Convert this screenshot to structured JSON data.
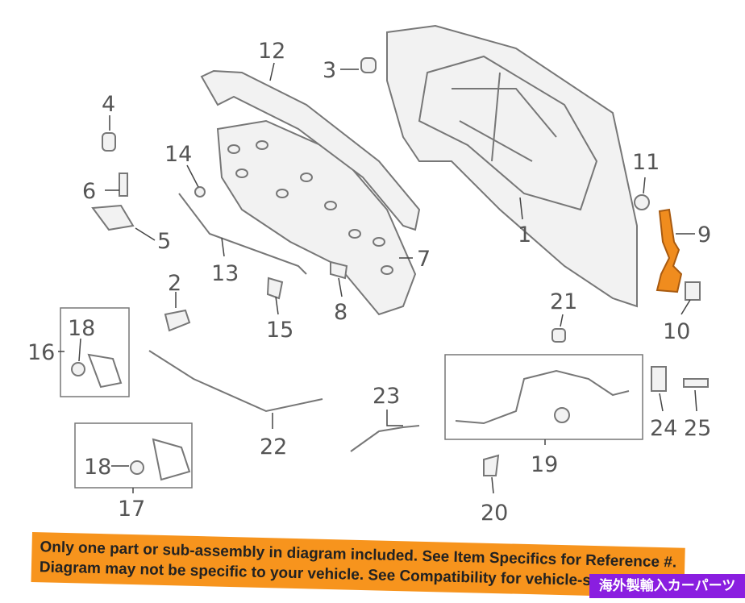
{
  "diagram": {
    "callouts": [
      "1",
      "2",
      "3",
      "4",
      "5",
      "6",
      "7",
      "8",
      "9",
      "10",
      "11",
      "12",
      "13",
      "14",
      "15",
      "16",
      "17",
      "18",
      "18",
      "19",
      "20",
      "21",
      "22",
      "23",
      "24",
      "25"
    ],
    "highlight_color": "#f08c1e",
    "highlighted_part": "9"
  },
  "banner": {
    "line1": "Only one part or sub-assembly in diagram included. See Item Specifics for Reference #.",
    "line2": "Diagram may not be specific to your vehicle. See Compatibility for vehicle-spec",
    "color": "#f7941d"
  },
  "badge": {
    "text": "海外製輸入カーパーツ",
    "color": "#8a1ee0"
  }
}
